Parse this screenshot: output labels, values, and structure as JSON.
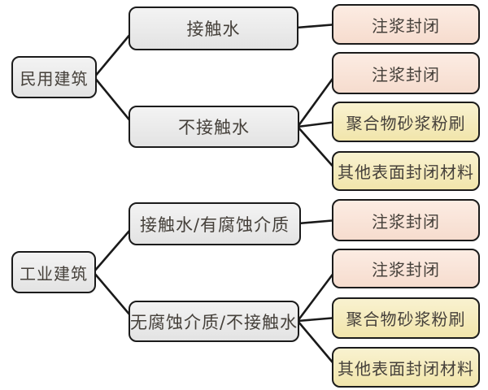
{
  "diagram": {
    "type": "flowchart",
    "colors": {
      "background": "#ffffff",
      "line": "#1a1a1a",
      "node_border": "#1b1b1b",
      "text": "#45403a",
      "gray_fill_top": "#f3f3f3",
      "gray_fill_bottom": "#e3e3e3",
      "pink_fill_top": "#fcece3",
      "pink_fill_bottom": "#f6dcce",
      "yellow_fill_top": "#f9f2d0",
      "yellow_fill_bottom": "#f1e5ab"
    },
    "roots": [
      {
        "label": "民用建筑"
      },
      {
        "label": "工业建筑"
      }
    ],
    "conditions": [
      {
        "label": "接触水"
      },
      {
        "label": "不接触水"
      },
      {
        "label": "接触水/有腐蚀介质"
      },
      {
        "label": "无腐蚀介质/不接触水"
      }
    ],
    "treatments": [
      {
        "label": "注浆封闭",
        "type": "pink"
      },
      {
        "label": "注浆封闭",
        "type": "pink"
      },
      {
        "label": "聚合物砂浆粉刷",
        "type": "yellow"
      },
      {
        "label": "其他表面封闭材料",
        "type": "yellow"
      },
      {
        "label": "注浆封闭",
        "type": "pink"
      },
      {
        "label": "注浆封闭",
        "type": "pink"
      },
      {
        "label": "聚合物砂浆粉刷",
        "type": "yellow"
      },
      {
        "label": "其他表面封闭材料",
        "type": "yellow"
      }
    ],
    "edges": [
      {
        "from": "民用建筑",
        "to": "接触水"
      },
      {
        "from": "民用建筑",
        "to": "不接触水"
      },
      {
        "from": "接触水",
        "to": "注浆封闭"
      },
      {
        "from": "不接触水",
        "to": "注浆封闭"
      },
      {
        "from": "不接触水",
        "to": "聚合物砂浆粉刷"
      },
      {
        "from": "不接触水",
        "to": "其他表面封闭材料"
      },
      {
        "from": "工业建筑",
        "to": "接触水/有腐蚀介质"
      },
      {
        "from": "工业建筑",
        "to": "无腐蚀介质/不接触水"
      },
      {
        "from": "接触水/有腐蚀介质",
        "to": "注浆封闭"
      },
      {
        "from": "无腐蚀介质/不接触水",
        "to": "注浆封闭"
      },
      {
        "from": "无腐蚀介质/不接触水",
        "to": "聚合物砂浆粉刷"
      },
      {
        "from": "无腐蚀介质/不接触水",
        "to": "其他表面封闭材料"
      }
    ]
  }
}
